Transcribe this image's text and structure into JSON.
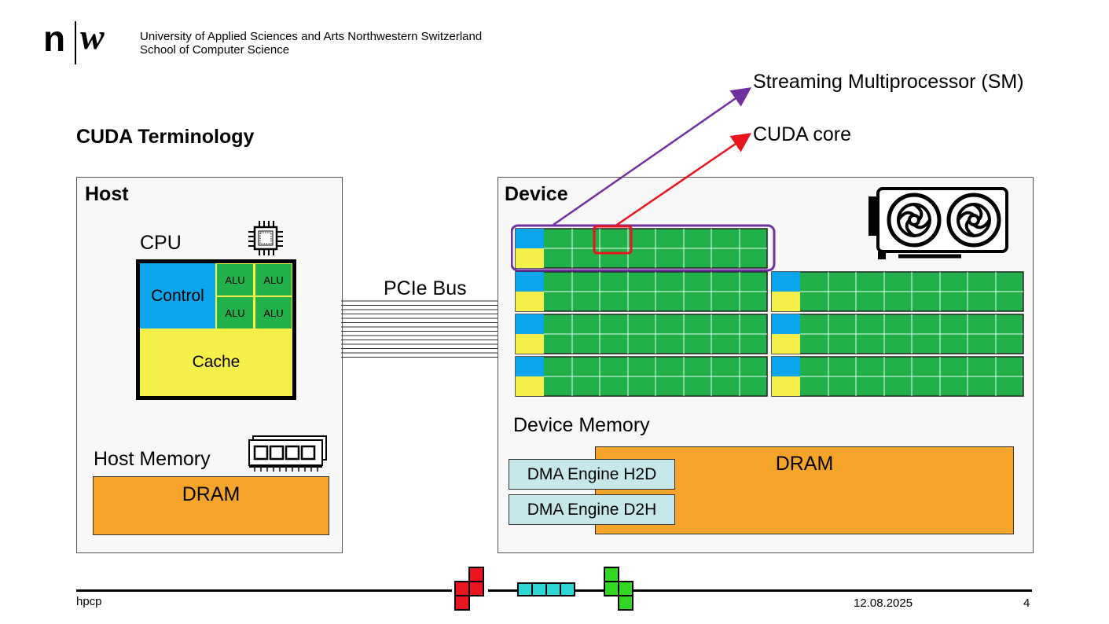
{
  "header": {
    "institution_line1": "University of Applied Sciences and Arts Northwestern Switzerland",
    "institution_line2": "School of Computer Science",
    "logo_n": "n",
    "logo_w": "w"
  },
  "slide": {
    "title": "CUDA Terminology"
  },
  "host": {
    "label": "Host",
    "cpu_label": "CPU",
    "control_label": "Control",
    "alu_labels": [
      "ALU",
      "ALU",
      "ALU",
      "ALU"
    ],
    "cache_label": "Cache",
    "memory_label": "Host Memory",
    "dram_label": "DRAM"
  },
  "bus": {
    "label": "PCIe Bus"
  },
  "device": {
    "label": "Device",
    "memory_label": "Device Memory",
    "dram_label": "DRAM",
    "dma_h2d": "DMA Engine H2D",
    "dma_d2h": "DMA Engine D2H"
  },
  "annotations": {
    "sm": "Streaming Multiprocessor (SM)",
    "cuda_core": "CUDA core",
    "sm_color": "#7030a0",
    "core_color": "#e8141e"
  },
  "footer": {
    "left": "hpcp",
    "date": "12.08.2025",
    "page": "4"
  },
  "colors": {
    "control": "#0aa5ea",
    "alu": "#22b04a",
    "cache": "#f5ef4a",
    "dram": "#f6a52a",
    "dma": "#c6e8ea"
  }
}
